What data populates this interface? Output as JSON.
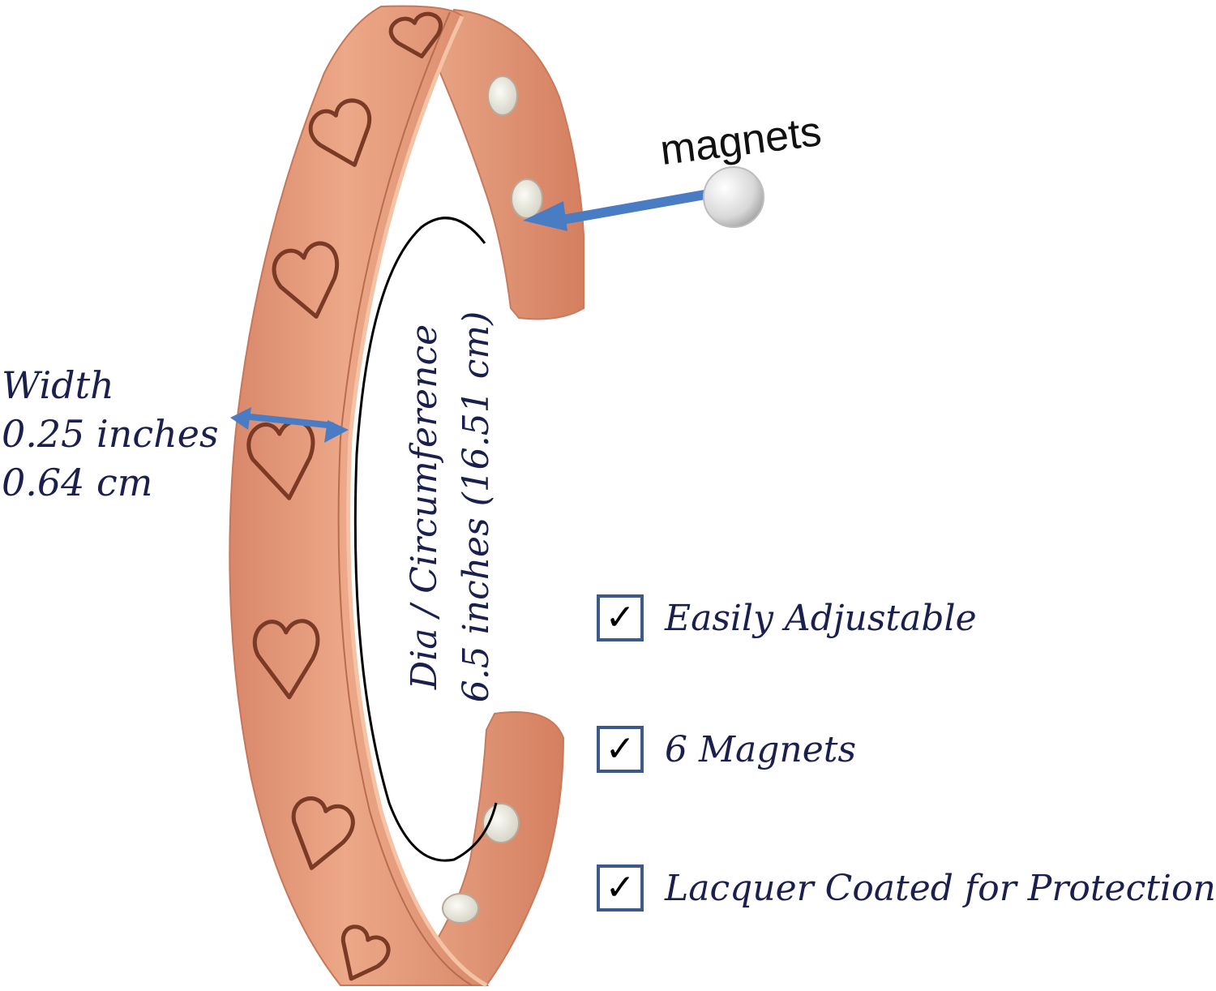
{
  "labels": {
    "magnets": "magnets",
    "width": [
      "Width",
      "0.25 inches",
      "0.64 cm"
    ],
    "circumference": [
      "Dia / Circumference",
      "6.5 inches (16.51 cm)"
    ]
  },
  "features": [
    {
      "label": "Easily Adjustable",
      "checked": true
    },
    {
      "label": "6 Magnets",
      "checked": true
    },
    {
      "label": "Lacquer Coated for Protection",
      "checked": true
    }
  ],
  "colors": {
    "copper": "#e59a78",
    "copper_dark": "#c7775a",
    "engraving": "#7a3a26",
    "arrow": "#4a7cc4",
    "text": "#1a1f4e",
    "checkbox_border": "#3b5a8a"
  },
  "icons": {
    "check": "✓"
  }
}
